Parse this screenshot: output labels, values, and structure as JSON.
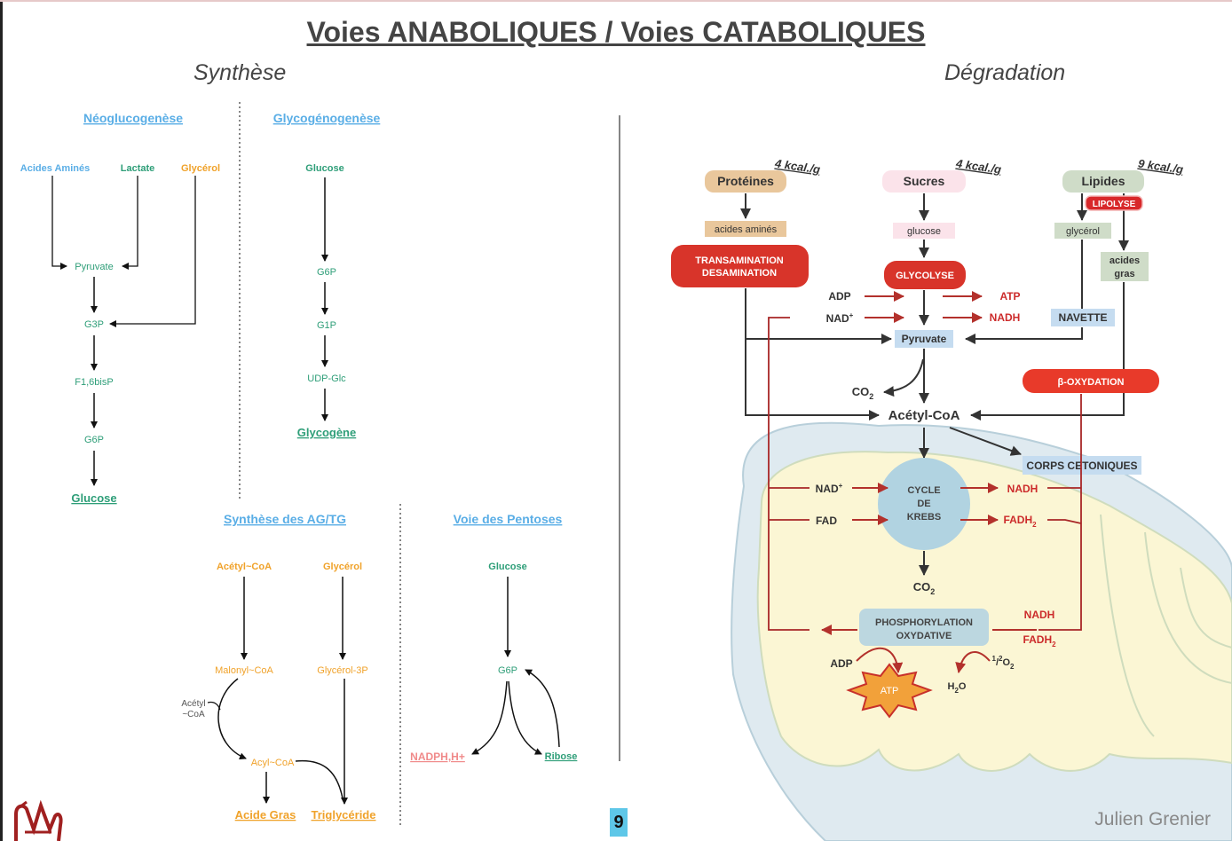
{
  "title": "Voies ANABOLIQUES / Voies CATABOLIQUES",
  "subtitle_left": "Synthèse",
  "subtitle_right": "Dégradation",
  "page_number": "9",
  "author": "Julien Grenier",
  "colors": {
    "blue": "#5aaee6",
    "green": "#2e9e78",
    "orange": "#f0a22a",
    "pink": "#f08a8a",
    "red": "#cc2b2b",
    "dark_red": "#a82626",
    "box_tan": "#e9c79c",
    "box_pink": "#fbe3ea",
    "box_grey_green": "#cfdcc8",
    "box_light_blue": "#c5dcf0",
    "mito_outer": "#dde9ee",
    "mito_inner": "#fbf6d2"
  },
  "neoglucogenese": {
    "heading": "Néoglucogenèse",
    "src_aa": "Acides Aminés",
    "src_lactate": "Lactate",
    "src_glycerol": "Glycérol",
    "pyruvate": "Pyruvate",
    "g3p": "G3P",
    "f16": "F1,6bisP",
    "g6p": "G6P",
    "glucose": "Glucose"
  },
  "glycogenogenese": {
    "heading": "Glycogénogenèse",
    "glucose": "Glucose",
    "g6p": "G6P",
    "g1p": "G1P",
    "udp": "UDP-Glc",
    "glycogene": "Glycogène"
  },
  "synthese_ag": {
    "heading": "Synthèse des AG/TG",
    "acetyl": "Acétyl~CoA",
    "glycerol": "Glycérol",
    "malonyl": "Malonyl~CoA",
    "glycerol3p": "Glycérol-3P",
    "acetyl_side": "Acétyl~CoA",
    "acyl": "Acyl~CoA",
    "acide_gras": "Acide Gras",
    "triglyceride": "Triglycéride"
  },
  "pentoses": {
    "heading": "Voie des Pentoses",
    "glucose": "Glucose",
    "g6p": "G6P",
    "nadph": "NADPH,H+",
    "ribose": "Ribose"
  },
  "catabolism": {
    "kcal_prot": "4 kcal./g",
    "kcal_sucres": "4 kcal./g",
    "kcal_lipides": "9 kcal./g",
    "proteines": "Protéines",
    "sucres": "Sucres",
    "lipides": "Lipides",
    "lipolyse": "LIPOLYSE",
    "acides_amines": "acides aminés",
    "glucose": "glucose",
    "glycerol": "glycérol",
    "acides_gras": "acides gras",
    "transamination": "TRANSAMINATION DESAMINATION",
    "glycolyse": "GLYCOLYSE",
    "adp": "ADP",
    "atp": "ATP",
    "nad": "NAD+",
    "nadh": "NADH",
    "navette": "NAVETTE",
    "pyruvate": "Pyruvate",
    "co2": "CO2",
    "beta_oxydation": "β-OXYDATION",
    "acetyl_coa": "Acétyl-CoA",
    "corps_cetoniques": "CORPS CETONIQUES",
    "krebs_nad": "NAD+",
    "krebs_fad": "FAD",
    "krebs_nadh": "NADH",
    "krebs_fadh2": "FADH2",
    "cycle_krebs": "CYCLE DE KREBS",
    "krebs_co2": "CO2",
    "phospho": "PHOSPHORYLATION OXYDATIVE",
    "phospho_nadh": "NADH",
    "phospho_fadh2": "FADH2",
    "phospho_adp": "ADP",
    "phospho_atp": "ATP",
    "o2": "1/2O2",
    "h2o": "H2O"
  }
}
